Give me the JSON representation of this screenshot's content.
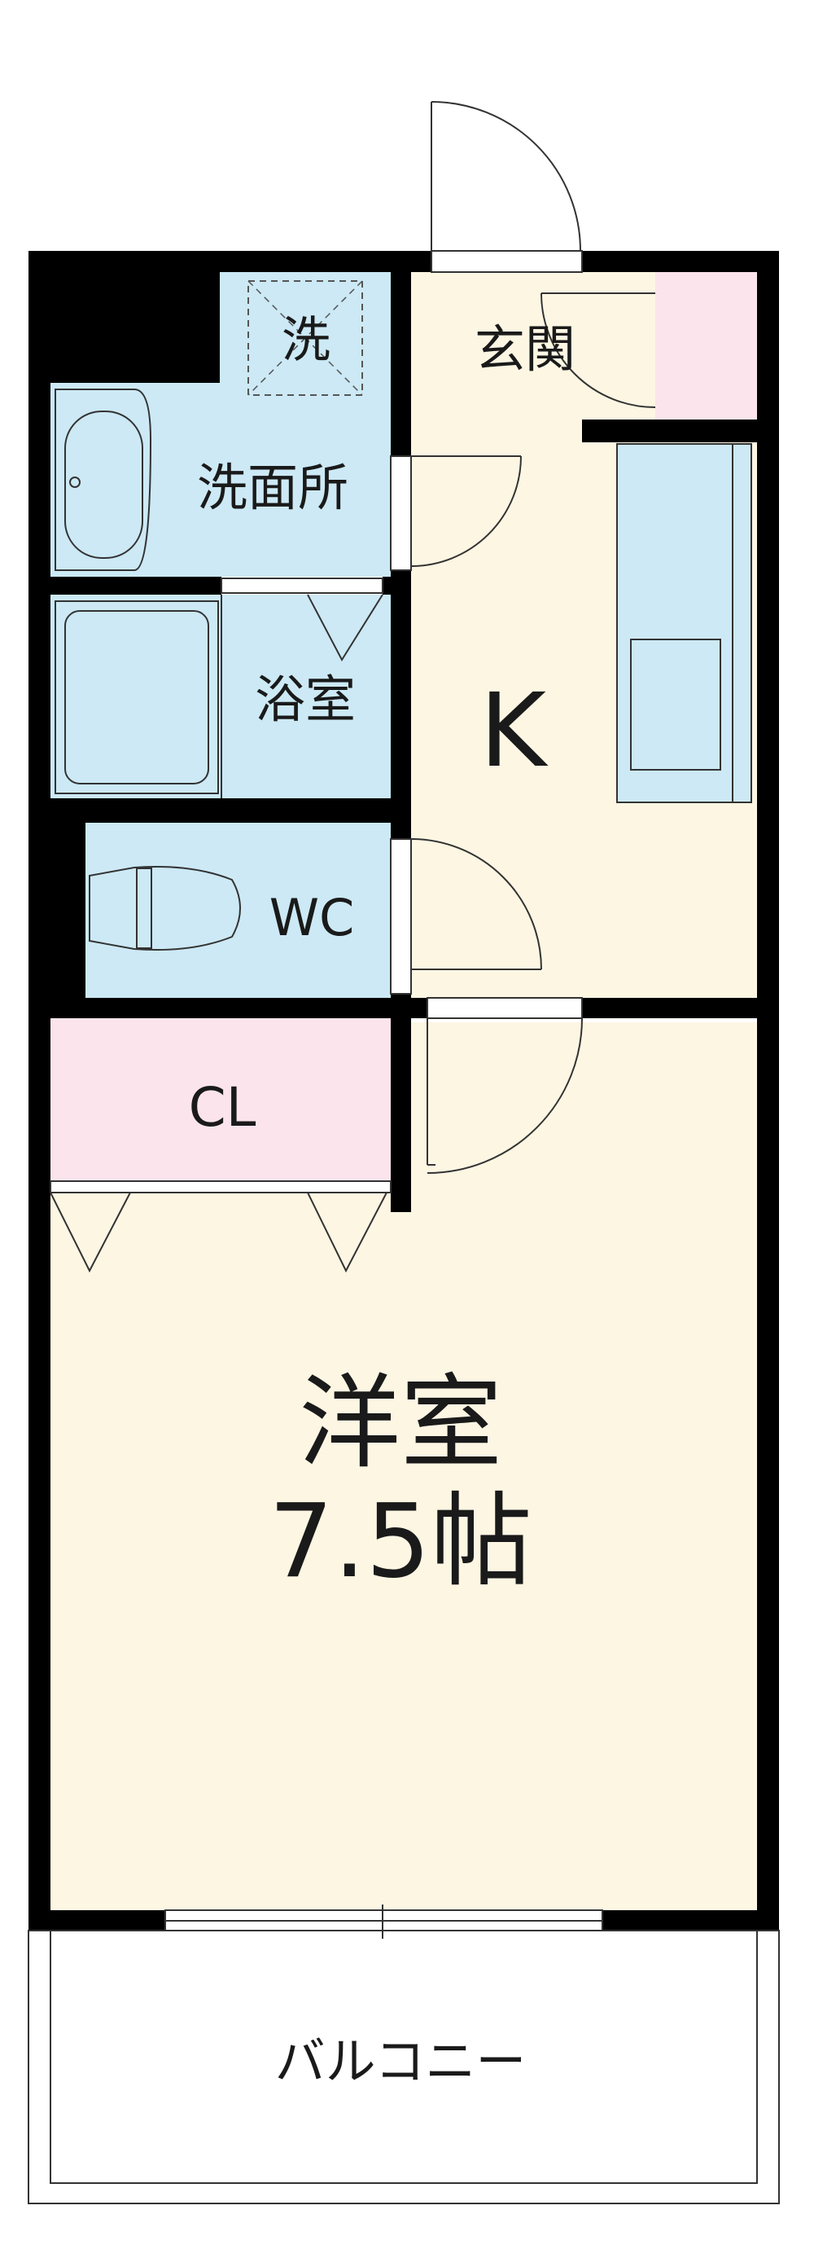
{
  "rooms": {
    "laundry": "洗",
    "entrance": "玄関",
    "washroom": "洗面所",
    "bathroom": "浴室",
    "kitchen": "K",
    "toilet": "WC",
    "closet": "CL",
    "western_room": "洋室",
    "western_room_size": "7.5帖",
    "balcony": "バルコニー"
  },
  "colors": {
    "wall": "#000000",
    "wet_area": "#cce9f5",
    "storage": "#fbe4ec",
    "living_floor": "#fdf6e3",
    "line": "#333333"
  }
}
